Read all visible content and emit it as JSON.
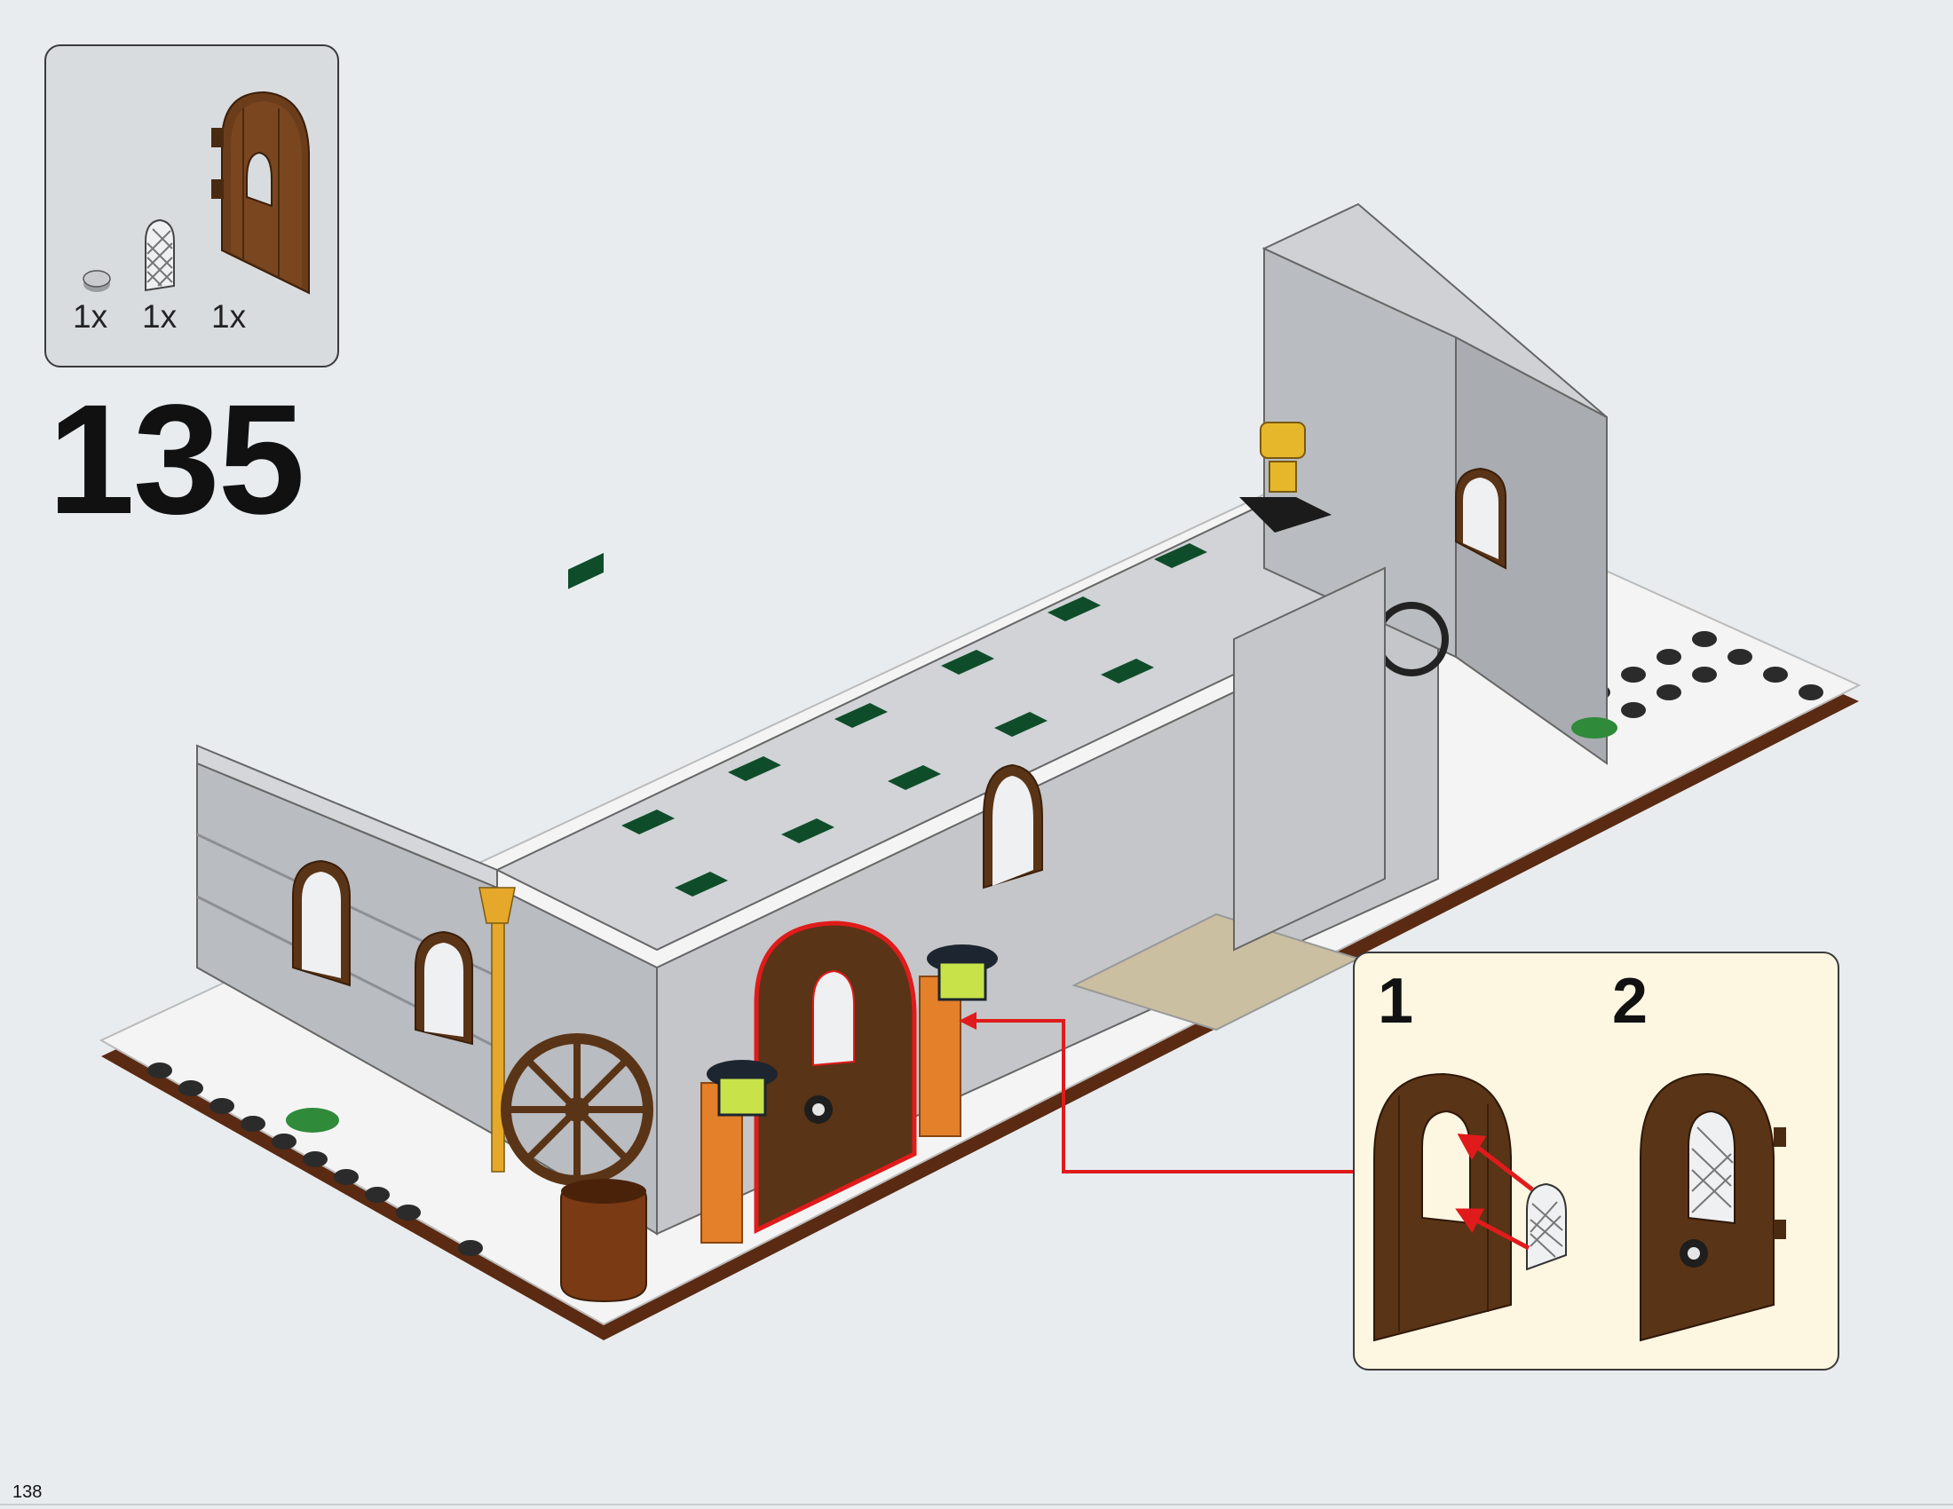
{
  "step": {
    "number": "135"
  },
  "parts_list": {
    "items": [
      {
        "qty": "1x",
        "part": "round-plate-icon"
      },
      {
        "qty": "1x",
        "part": "window-lattice-icon"
      },
      {
        "qty": "1x",
        "part": "arched-door-icon"
      }
    ]
  },
  "substeps": [
    {
      "label": "1"
    },
    {
      "label": "2"
    }
  ],
  "page": {
    "number": "138"
  },
  "colors": {
    "background": "#e8ecef",
    "callout_bg": "#fdf6e1",
    "highlight": "#e01b1b",
    "door_brown": "#5a3416",
    "stone_gray": "#b9bcc0"
  }
}
